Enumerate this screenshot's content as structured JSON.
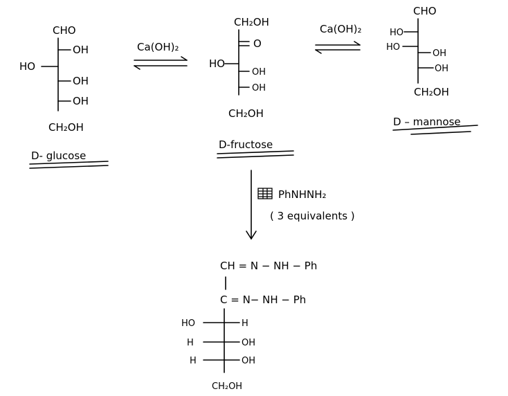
{
  "glucose": {
    "top": "CHO",
    "right_oh_1": "OH",
    "left_ho": "HO",
    "right_oh_2": "OH",
    "right_oh_3": "OH",
    "bottom": "CH₂OH",
    "name": "D- glucose"
  },
  "arrow_glucose_fructose": {
    "reagent": "Ca(OH)₂"
  },
  "fructose": {
    "top": "CH₂OH",
    "carbonyl": "O",
    "left_ho": "HO",
    "right_oh_1": "OH",
    "right_oh_2": "OH",
    "bottom": "CH₂OH",
    "name": "D-fructose"
  },
  "arrow_fructose_mannose": {
    "reagent": "Ca(OH)₂"
  },
  "mannose": {
    "top": "CHO",
    "left_ho_1": "HO",
    "left_ho_2": "HO",
    "right_oh_1": "OH",
    "right_oh_2": "OH",
    "bottom": "CH₂OH",
    "name": "D – mannose"
  },
  "reaction_down": {
    "reagent": "PhNHNH₂",
    "equivalents": "( 3 equivalents )"
  },
  "osazone": {
    "line1": "CH = N − NH − Ph",
    "line2": "C = N− NH − Ph",
    "row1_left": "HO",
    "row1_right": "H",
    "row2_left": "H",
    "row2_right": "OH",
    "row3_left": "H",
    "row3_right": "OH",
    "bottom": "CH₂OH"
  }
}
